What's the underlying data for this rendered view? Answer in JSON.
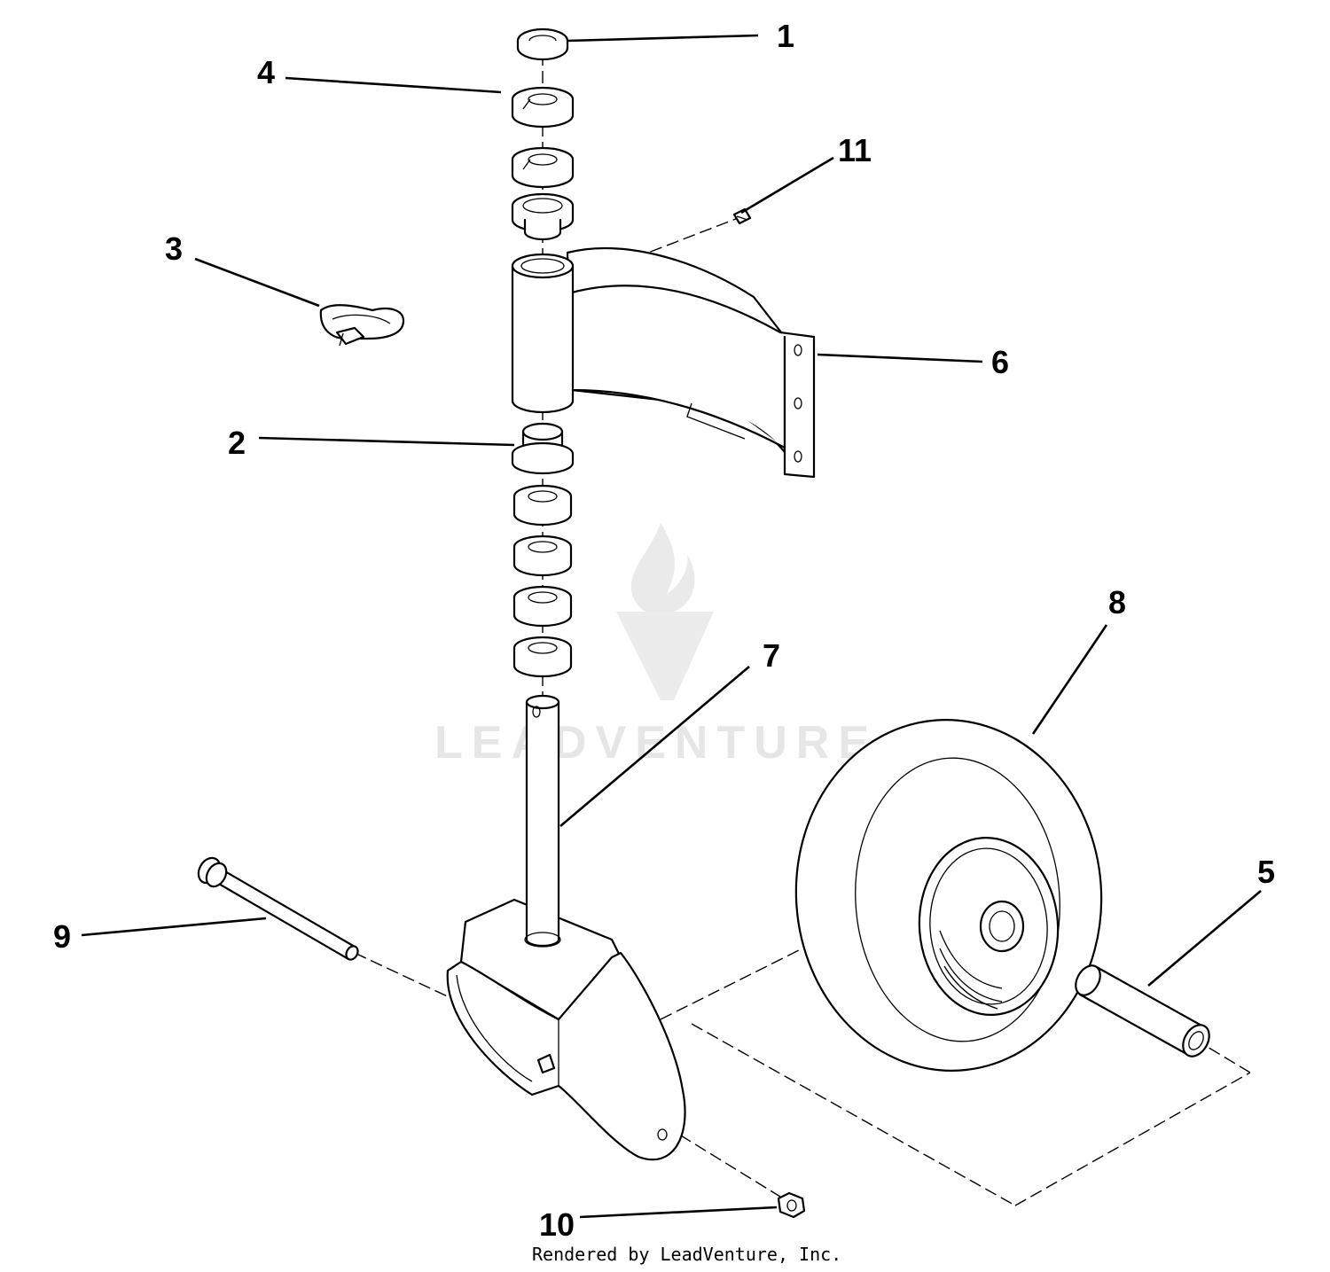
{
  "callouts": [
    {
      "id": "1",
      "label": "1"
    },
    {
      "id": "2",
      "label": "2"
    },
    {
      "id": "3",
      "label": "3"
    },
    {
      "id": "4",
      "label": "4"
    },
    {
      "id": "5",
      "label": "5"
    },
    {
      "id": "6",
      "label": "6"
    },
    {
      "id": "7",
      "label": "7"
    },
    {
      "id": "8",
      "label": "8"
    },
    {
      "id": "9",
      "label": "9"
    },
    {
      "id": "10",
      "label": "10"
    },
    {
      "id": "11",
      "label": "11"
    }
  ],
  "watermark": {
    "text": "LEADVENTURE"
  },
  "footer": {
    "credit": "Rendered by LeadVenture, Inc."
  },
  "colors": {
    "line": "#000000",
    "background": "#ffffff",
    "watermark": "#e6e6e6"
  }
}
